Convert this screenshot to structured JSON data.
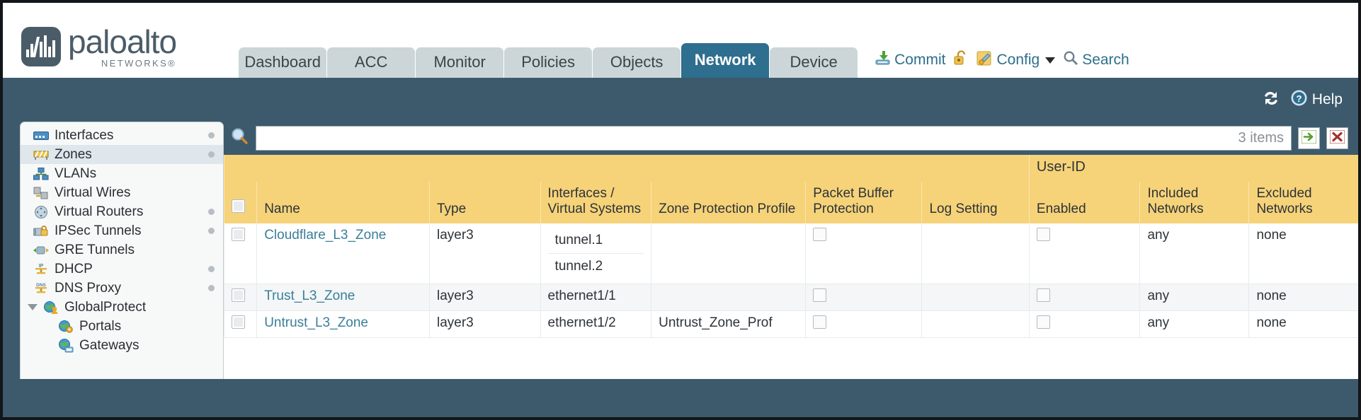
{
  "brand": {
    "name": "paloalto",
    "sub": "NETWORKS®",
    "logo_icon": "paloalto-logo-icon"
  },
  "nav_tabs": [
    {
      "label": "Dashboard",
      "active": false
    },
    {
      "label": "ACC",
      "active": false
    },
    {
      "label": "Monitor",
      "active": false
    },
    {
      "label": "Policies",
      "active": false
    },
    {
      "label": "Objects",
      "active": false
    },
    {
      "label": "Network",
      "active": true
    },
    {
      "label": "Device",
      "active": false
    }
  ],
  "header_actions": {
    "commit": "Commit",
    "commit_icon": "commit-save-icon",
    "lock_icon": "unlocked-padlock-icon",
    "config": "Config",
    "config_icon": "config-wrench-icon",
    "search": "Search",
    "search_icon": "search-magnifier-icon"
  },
  "bluebar": {
    "refresh_icon": "refresh-icon",
    "help": "Help",
    "help_icon": "help-question-icon"
  },
  "sidebar": {
    "items": [
      {
        "label": "Interfaces",
        "icon": "interfaces-icon",
        "selected": false,
        "dot": true,
        "child": false,
        "expander": false
      },
      {
        "label": "Zones",
        "icon": "zones-icon",
        "selected": true,
        "dot": true,
        "child": false,
        "expander": false
      },
      {
        "label": "VLANs",
        "icon": "vlans-icon",
        "selected": false,
        "dot": false,
        "child": false,
        "expander": false
      },
      {
        "label": "Virtual Wires",
        "icon": "virtual-wires-icon",
        "selected": false,
        "dot": false,
        "child": false,
        "expander": false
      },
      {
        "label": "Virtual Routers",
        "icon": "virtual-routers-icon",
        "selected": false,
        "dot": true,
        "child": false,
        "expander": false
      },
      {
        "label": "IPSec Tunnels",
        "icon": "ipsec-tunnels-icon",
        "selected": false,
        "dot": true,
        "child": false,
        "expander": false
      },
      {
        "label": "GRE Tunnels",
        "icon": "gre-tunnels-icon",
        "selected": false,
        "dot": false,
        "child": false,
        "expander": false
      },
      {
        "label": "DHCP",
        "icon": "dhcp-icon",
        "selected": false,
        "dot": true,
        "child": false,
        "expander": false
      },
      {
        "label": "DNS Proxy",
        "icon": "dns-proxy-icon",
        "selected": false,
        "dot": true,
        "child": false,
        "expander": false
      },
      {
        "label": "GlobalProtect",
        "icon": "globalprotect-icon",
        "selected": false,
        "dot": false,
        "child": false,
        "expander": true
      },
      {
        "label": "Portals",
        "icon": "portals-icon",
        "selected": false,
        "dot": false,
        "child": true,
        "expander": false
      },
      {
        "label": "Gateways",
        "icon": "gateways-icon",
        "selected": false,
        "dot": false,
        "child": true,
        "expander": false
      }
    ]
  },
  "search": {
    "value": "",
    "items_count": "3 items",
    "apply_icon": "green-arrow-icon",
    "clear_icon": "red-x-icon",
    "magnifier_icon": "search-magnifier-icon"
  },
  "table": {
    "group_header": "User-ID",
    "columns": [
      "Name",
      "Type",
      "Interfaces / Virtual Systems",
      "Zone Protection Profile",
      "Packet Buffer Protection",
      "Log Setting",
      "Enabled",
      "Included Networks",
      "Excluded Networks"
    ],
    "rows": [
      {
        "name": "Cloudflare_L3_Zone",
        "type": "layer3",
        "interfaces": [
          "tunnel.1",
          "tunnel.2"
        ],
        "zone_protection_profile": "",
        "packet_buffer_protection": false,
        "log_setting": "",
        "userid_enabled": false,
        "included_networks": "any",
        "excluded_networks": "none"
      },
      {
        "name": "Trust_L3_Zone",
        "type": "layer3",
        "interfaces": [
          "ethernet1/1"
        ],
        "zone_protection_profile": "",
        "packet_buffer_protection": false,
        "log_setting": "",
        "userid_enabled": false,
        "included_networks": "any",
        "excluded_networks": "none"
      },
      {
        "name": "Untrust_L3_Zone",
        "type": "layer3",
        "interfaces": [
          "ethernet1/2"
        ],
        "zone_protection_profile": "Untrust_Zone_Prof",
        "packet_buffer_protection": false,
        "log_setting": "",
        "userid_enabled": false,
        "included_networks": "any",
        "excluded_networks": "none"
      }
    ]
  },
  "colors": {
    "brand_blue": "#3d5a6c",
    "active_tab": "#2e6e8e",
    "header_amber": "#f6d379",
    "group_amber": "#ddab3c",
    "link_teal": "#3a7f99"
  }
}
